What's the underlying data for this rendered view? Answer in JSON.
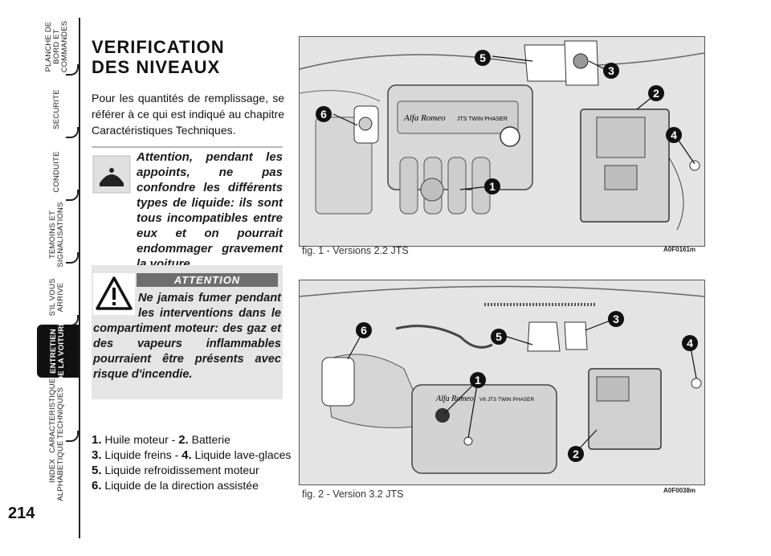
{
  "page": {
    "number": "214"
  },
  "tabs": [
    {
      "id": "planche",
      "label": "PLANCHE DE\nBORD ET\nCOMMANDES"
    },
    {
      "id": "securite",
      "label": "SECURITE"
    },
    {
      "id": "conduite",
      "label": "CONDUITE"
    },
    {
      "id": "temoins",
      "label": "TEMOINS ET\nSIGNALISATIONS"
    },
    {
      "id": "silvous",
      "label": "S'IL VOUS\nARRIVE"
    },
    {
      "id": "entretien",
      "label": "ENTRETIEN\nDE LA VOITURE",
      "active": true
    },
    {
      "id": "caracteristiques",
      "label": "CARACTERISTIQUES\nTECHNIQUES"
    },
    {
      "id": "index",
      "label": "INDEX\nALPHABETIQUE"
    }
  ],
  "section": {
    "title_line1": "VERIFICATION",
    "title_line2": "DES NIVEAUX",
    "intro": "Pour les quantités de remplissage, se référer à ce qui est indiqué au chapitre Caractéristiques Techniques."
  },
  "warning": {
    "text": "Attention, pendant les appoints, ne pas confondre les différents types de liquide: ils sont tous incompatibles entre eux et on pourrait endommager gravement la voiture."
  },
  "attention": {
    "heading": "ATTENTION",
    "text": "Ne jamais fumer pendant les interventions dans le compartiment moteur: des gaz et des vapeurs inflammables pourraient être présents avec risque d'incendie."
  },
  "legend": [
    {
      "n1": "1.",
      "t1": " Huile moteur - ",
      "n2": "2.",
      "t2": " Batterie"
    },
    {
      "n1": "3.",
      "t1": " Liquide freins - ",
      "n2": "4.",
      "t2": " Liquide lave-glaces"
    },
    {
      "n1": "5.",
      "t1": " Liquide refroidissement moteur",
      "n2": "",
      "t2": ""
    },
    {
      "n1": "6.",
      "t1": " Liquide de la direction assistée",
      "n2": "",
      "t2": ""
    }
  ],
  "figures": [
    {
      "caption": "fig. 1 - Versions 2.2 JTS",
      "code": "A0F0161m",
      "engine_badge": "Alfa Romeo",
      "engine_text": "JTS TWIN PHASER",
      "callouts": [
        "1",
        "2",
        "3",
        "4",
        "5",
        "6"
      ]
    },
    {
      "caption": "fig. 2 - Version 3.2 JTS",
      "code": "A0F0038m",
      "engine_badge": "Alfa Romeo",
      "engine_text": "V6 JTS TWIN PHASER",
      "callouts": [
        "1",
        "2",
        "3",
        "4",
        "5",
        "6"
      ]
    }
  ],
  "colors": {
    "tab_active": "#111111",
    "attention_bg": "#e5e5e5",
    "attention_head": "#6e6e6e",
    "figure_bg": "#e4e4e4"
  }
}
